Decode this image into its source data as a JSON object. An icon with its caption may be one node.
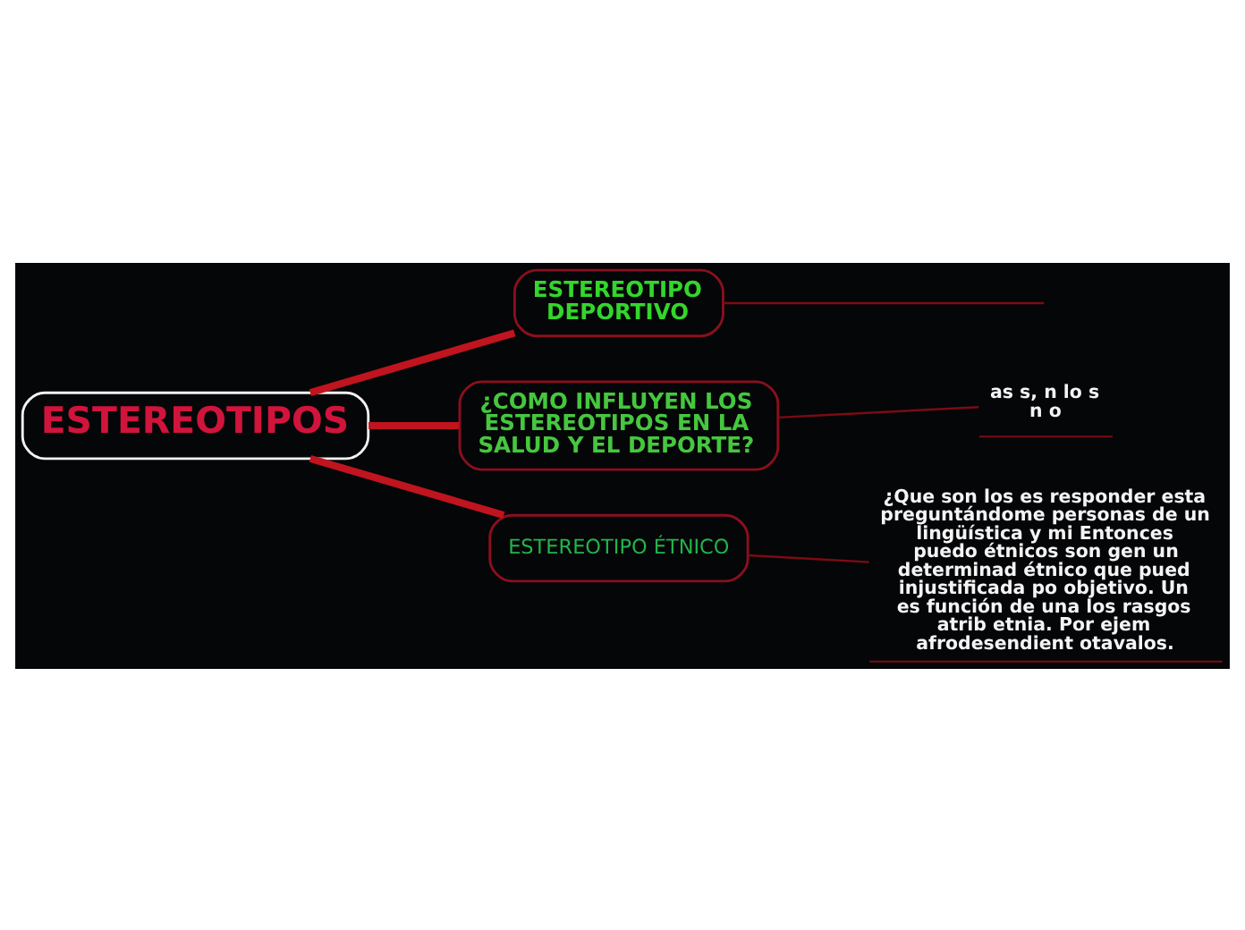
{
  "diagram": {
    "nodes": [
      {
        "text": [
          "ESTEREOTIPOS"
        ]
      },
      {
        "text": [
          "ESTEREOTIPO DEPORTIVO"
        ]
      },
      {
        "text": [
          "¿COMO INFLUYEN LOS ESTEREOTIPOS EN LA SALUD Y EL DEPORTE?"
        ]
      },
      {
        "text": [
          "ESTEREOTIPO ÉTNICO"
        ]
      },
      {
        "text": [
          "¿Que son los es responder esta preguntándome personas de un lingüística y mi Entonces puedo étnicos son gen un determinad étnico que pued injustificada po objetivo. Un es función de una los rasgos atrib etnia. Por ejem afrodesendient otavalos."
        ]
      },
      {
        "text": [
          "as s, n lo s n o"
        ]
      }
    ],
    "edges": [
      {
        "from": 0,
        "to": 1,
        "arrow": "none",
        "style": "thick"
      },
      {
        "from": 0,
        "to": 2,
        "arrow": "none",
        "style": "thick"
      },
      {
        "from": 0,
        "to": 3,
        "arrow": "none",
        "style": "thick"
      },
      {
        "from": 1,
        "to": null,
        "arrow": "none",
        "color": "#7a0c14"
      },
      {
        "from": 2,
        "to": 5,
        "arrow": "none",
        "color": "#7a0c14"
      },
      {
        "from": 3,
        "to": 4,
        "arrow": "none",
        "color": "#7a0c14"
      }
    ]
  }
}
